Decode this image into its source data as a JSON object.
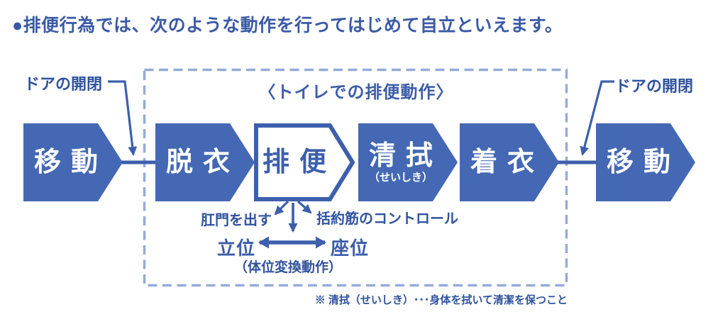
{
  "title": "●排便行為では、次のような動作を行ってはじめて自立といえます。",
  "colors": {
    "box_fill": "#4468B3",
    "line": "#3D5FAC",
    "title": "#3A5AA6",
    "label": "#2F539E",
    "dashed_border": "#95ABDB",
    "box_text": "#FFFFFF"
  },
  "flow": {
    "group_label": "〈トイレでの排便動作〉",
    "steps": [
      {
        "label": "移動",
        "style": "filled"
      },
      {
        "label": "脱衣",
        "style": "filled"
      },
      {
        "label": "排便",
        "style": "outlined"
      },
      {
        "label": "清拭",
        "sub": "（せいしき）",
        "style": "filled"
      },
      {
        "label": "着衣",
        "style": "filled"
      },
      {
        "label": "移動",
        "style": "filled"
      }
    ]
  },
  "annotations": {
    "door_left": "ドアの開閉",
    "door_right": "ドアの開閉",
    "anus": "肛門を出す",
    "sphincter": "括約筋のコントロール",
    "standing": "立位",
    "sitting": "座位",
    "position_change": "（体位変換動作）",
    "footnote": "※ 清拭（せいしき）･･･身体を拭いて清潔を保つこと"
  }
}
